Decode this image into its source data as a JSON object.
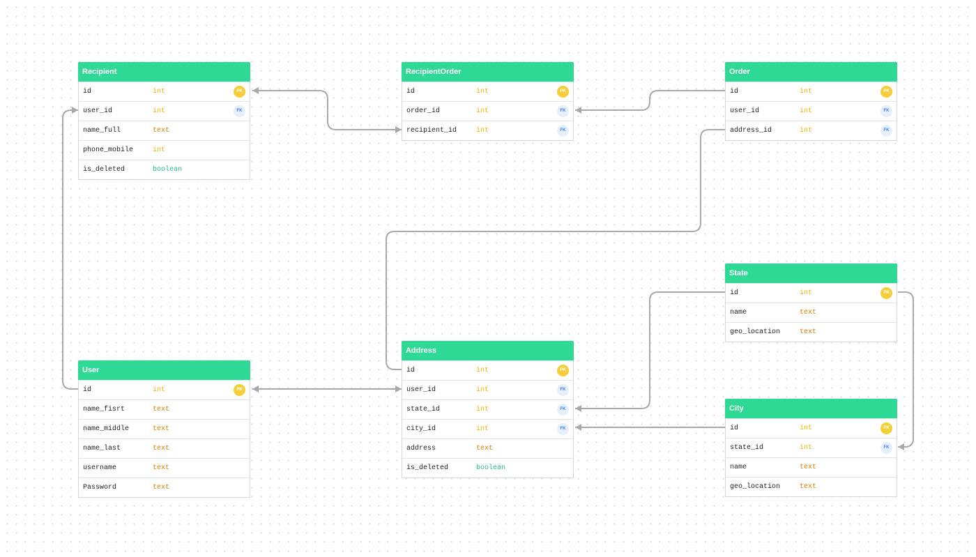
{
  "diagram": {
    "colors": {
      "header": "#2ed995",
      "type_int": "#f0b400",
      "type_text": "#e07b00",
      "type_boolean": "#1fb89a",
      "primary_key_badge": "#f5cf3a",
      "foreign_key_badge": "#e6effc",
      "connector": "#a8a8a8"
    },
    "entities": {
      "recipient": {
        "title": "Recipient",
        "fields": [
          {
            "name": "id",
            "type": "int",
            "key": "PK"
          },
          {
            "name": "user_id",
            "type": "int",
            "key": "FK"
          },
          {
            "name": "name_full",
            "type": "text",
            "key": ""
          },
          {
            "name": "phone_mobile",
            "type": "int",
            "key": ""
          },
          {
            "name": "is_deleted",
            "type": "boolean",
            "key": ""
          }
        ]
      },
      "recipient_order": {
        "title": "RecipientOrder",
        "fields": [
          {
            "name": "id",
            "type": "int",
            "key": "PK"
          },
          {
            "name": "order_id",
            "type": "int",
            "key": "FK"
          },
          {
            "name": "recipient_id",
            "type": "int",
            "key": "FK"
          }
        ]
      },
      "order": {
        "title": "Order",
        "fields": [
          {
            "name": "id",
            "type": "int",
            "key": "PK"
          },
          {
            "name": "user_id",
            "type": "int",
            "key": "FK"
          },
          {
            "name": "address_id",
            "type": "int",
            "key": "FK"
          }
        ]
      },
      "state": {
        "title": "State",
        "fields": [
          {
            "name": "id",
            "type": "int",
            "key": "PK"
          },
          {
            "name": "name",
            "type": "text",
            "key": ""
          },
          {
            "name": "geo_location",
            "type": "text",
            "key": ""
          }
        ]
      },
      "user": {
        "title": "User",
        "fields": [
          {
            "name": "id",
            "type": "int",
            "key": "PK"
          },
          {
            "name": "name_fisrt",
            "type": "text",
            "key": ""
          },
          {
            "name": "name_middle",
            "type": "text",
            "key": ""
          },
          {
            "name": "name_last",
            "type": "text",
            "key": ""
          },
          {
            "name": "username",
            "type": "text",
            "key": ""
          },
          {
            "name": "Password",
            "type": "text",
            "key": ""
          }
        ]
      },
      "address": {
        "title": "Address",
        "fields": [
          {
            "name": "id",
            "type": "int",
            "key": "PK"
          },
          {
            "name": "user_id",
            "type": "int",
            "key": "FK"
          },
          {
            "name": "state_id",
            "type": "int",
            "key": "FK"
          },
          {
            "name": "city_id",
            "type": "int",
            "key": "FK"
          },
          {
            "name": "address",
            "type": "text",
            "key": ""
          },
          {
            "name": "is_deleted",
            "type": "boolean",
            "key": ""
          }
        ]
      },
      "city": {
        "title": "City",
        "fields": [
          {
            "name": "id",
            "type": "int",
            "key": "PK"
          },
          {
            "name": "state_id",
            "type": "int",
            "key": "FK"
          },
          {
            "name": "name",
            "type": "text",
            "key": ""
          },
          {
            "name": "geo_location",
            "type": "text",
            "key": ""
          }
        ]
      }
    },
    "relationships": [
      {
        "from": "recipient.id",
        "to": "recipient_order.recipient_id"
      },
      {
        "from": "order.id",
        "to": "recipient_order.order_id"
      },
      {
        "from": "user.id",
        "to": "recipient.user_id"
      },
      {
        "from": "user.id",
        "to": "address.user_id"
      },
      {
        "from": "address.id",
        "to": "order.address_id"
      },
      {
        "from": "state.id",
        "to": "address.state_id"
      },
      {
        "from": "state.id",
        "to": "city.state_id"
      },
      {
        "from": "city.id",
        "to": "address.city_id"
      }
    ]
  }
}
